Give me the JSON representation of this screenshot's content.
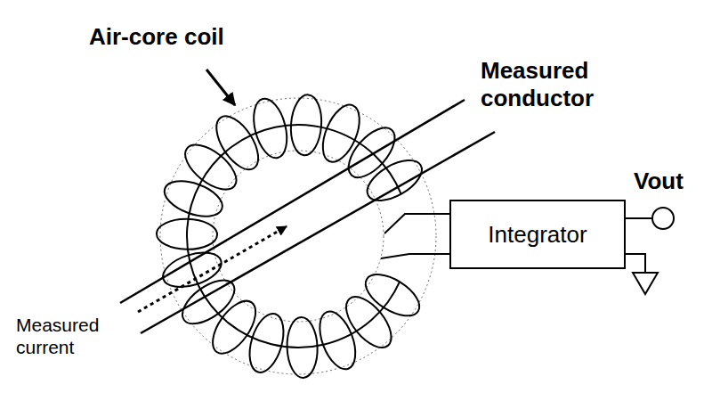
{
  "diagram": {
    "nodes": [
      {
        "text": [
          "Integrator"
        ]
      }
    ],
    "labels": [
      "Air-core coil",
      "Measured conductor",
      "Vout",
      "Measured current"
    ]
  }
}
